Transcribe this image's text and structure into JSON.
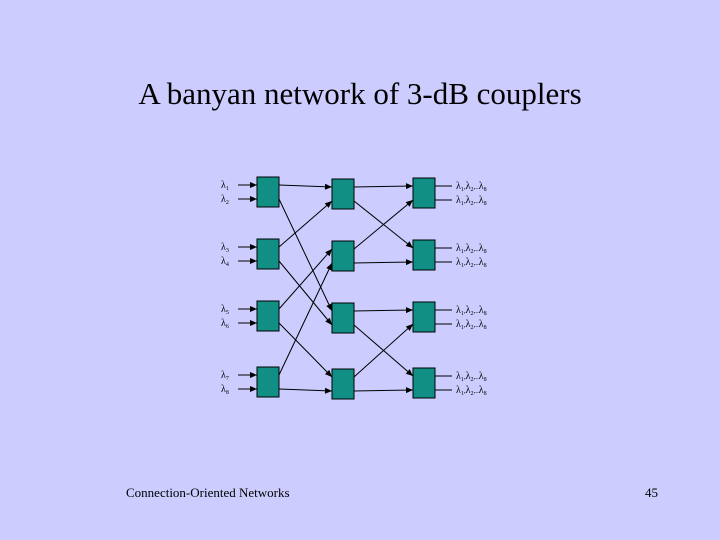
{
  "slide": {
    "title": "A banyan network of 3-dB couplers",
    "footer": "Connection-Oriented Networks",
    "page_number": "45"
  },
  "diagram": {
    "input_labels": [
      {
        "sym": "λ",
        "sub": "1"
      },
      {
        "sym": "λ",
        "sub": "2"
      },
      {
        "sym": "λ",
        "sub": "3"
      },
      {
        "sym": "λ",
        "sub": "4"
      },
      {
        "sym": "λ",
        "sub": "5"
      },
      {
        "sym": "λ",
        "sub": "6"
      },
      {
        "sym": "λ",
        "sub": "7"
      },
      {
        "sym": "λ",
        "sub": "8"
      }
    ],
    "output_label": {
      "sym": "λ",
      "subs": [
        "1",
        "2",
        "8"
      ]
    },
    "output_count": 8,
    "colors": {
      "coupler": "#118f84",
      "background": "#ccccff",
      "line": "#000000"
    }
  }
}
